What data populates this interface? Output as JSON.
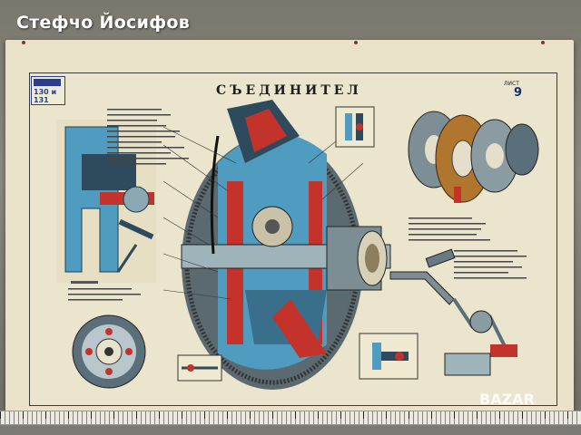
{
  "watermark": {
    "text": "Стефчо Йосифов"
  },
  "poster": {
    "title": "СЪЕДИНИТЕЛ",
    "sheet_label": "ЛИСТ",
    "sheet_number": "9",
    "logo_model": "130 и 131"
  },
  "site_mark": {
    "text": "BAZAR"
  },
  "colors": {
    "paper": "#e9e2c9",
    "metal_blue": "#4f9cc0",
    "metal_dark": "#2d4b5c",
    "accent_red": "#c4332b",
    "wall": "#7a776c"
  }
}
